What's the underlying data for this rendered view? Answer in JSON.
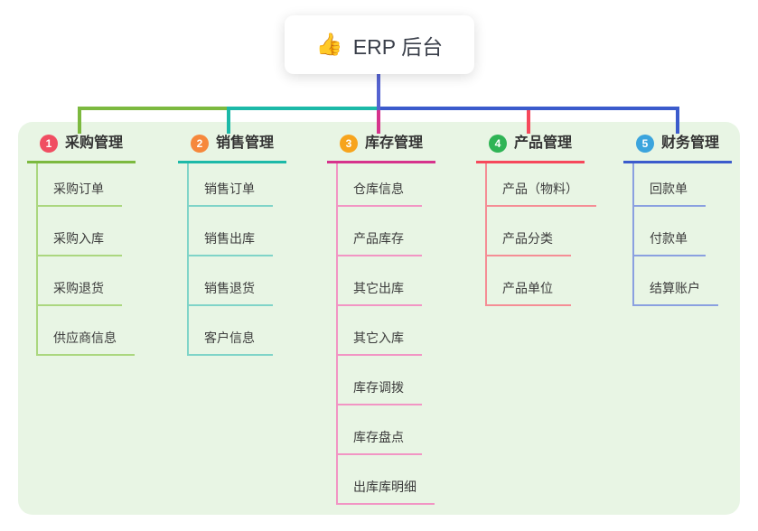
{
  "root": {
    "icon": "👍",
    "label": "ERP 后台",
    "line_color": "#5563d1"
  },
  "panel_bg": "#e8f5e4",
  "branches": [
    {
      "num": "1",
      "label": "采购管理",
      "badge_color": "#f04e62",
      "main_color": "#7cb93f",
      "light_color": "#abd77f",
      "children": [
        "采购订单",
        "采购入库",
        "采购退货",
        "供应商信息"
      ]
    },
    {
      "num": "2",
      "label": "销售管理",
      "badge_color": "#f6883c",
      "main_color": "#1cb9a8",
      "light_color": "#7fd4c8",
      "children": [
        "销售订单",
        "销售出库",
        "销售退货",
        "客户信息"
      ]
    },
    {
      "num": "3",
      "label": "库存管理",
      "badge_color": "#f7a41d",
      "main_color": "#d6338c",
      "light_color": "#f295c4",
      "children": [
        "仓库信息",
        "产品库存",
        "其它出库",
        "其它入库",
        "库存调拨",
        "库存盘点",
        "出库库明细"
      ]
    },
    {
      "num": "4",
      "label": "产品管理",
      "badge_color": "#2fb455",
      "main_color": "#f6485b",
      "light_color": "#f58d95",
      "children": [
        "产品（物料）",
        "产品分类",
        "产品单位"
      ]
    },
    {
      "num": "5",
      "label": "财务管理",
      "badge_color": "#3ba4dd",
      "main_color": "#3b5bcc",
      "light_color": "#8aa0e0",
      "children": [
        "回款单",
        "付款单",
        "结算账户"
      ]
    }
  ]
}
